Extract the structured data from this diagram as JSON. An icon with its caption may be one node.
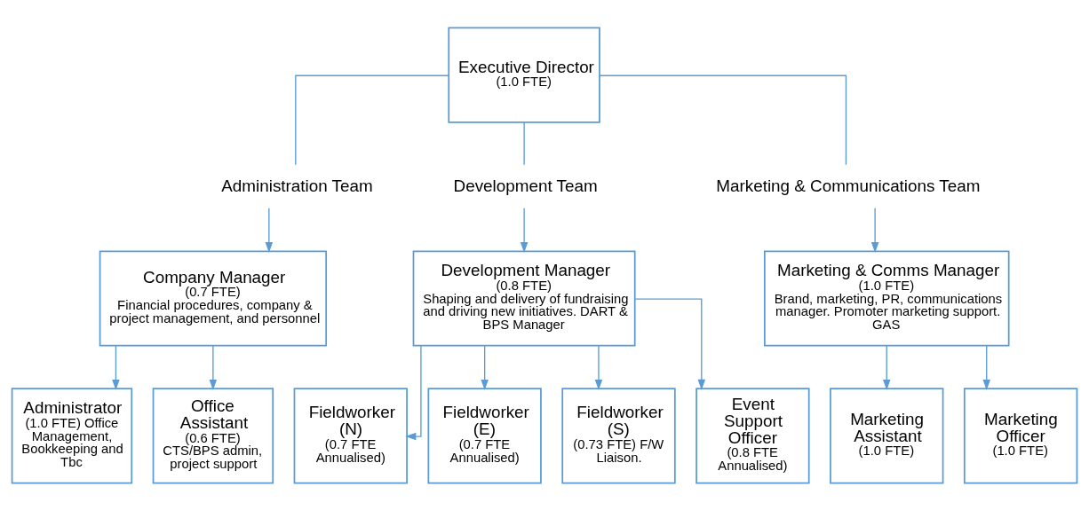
{
  "diagram": {
    "nodes": [
      {
        "text": [
          "Executive Director",
          "(1.0 FTE)"
        ]
      },
      {
        "text": [
          "Administration Team"
        ]
      },
      {
        "text": [
          "Development Team"
        ]
      },
      {
        "text": [
          "Marketing & Communications Team"
        ]
      },
      {
        "text": [
          "Company Manager",
          "(0.7 FTE)",
          "Financial procedures, company & project management, and personnel"
        ]
      },
      {
        "text": [
          "Development Manager",
          "(0.8 FTE)",
          "Shaping and delivery of fundraising and driving new initiatives. DART & BPS Manager"
        ]
      },
      {
        "text": [
          "Marketing & Comms Manager",
          "(1.0 FTE)",
          "Brand, marketing, PR, communications manager. Promoter marketing support. GAS"
        ]
      },
      {
        "text": [
          "Administrator",
          "(1.0 FTE) Office Management, Bookkeeping and Tbc"
        ]
      },
      {
        "text": [
          "Office Assistant",
          "(0.6 FTE) CTS/BPS admin, project support"
        ]
      },
      {
        "text": [
          "Fieldworker (N)",
          "(0.7 FTE Annualised)"
        ]
      },
      {
        "text": [
          "Fieldworker (E)",
          "(0.7 FTE Annualised)"
        ]
      },
      {
        "text": [
          "Fieldworker (S)",
          "(0.73 FTE) F/W Liaison."
        ]
      },
      {
        "text": [
          "Event Support Officer",
          "(0.8 FTE Annualised)"
        ]
      },
      {
        "text": [
          "Marketing Assistant",
          "(1.0 FTE)"
        ]
      },
      {
        "text": [
          "Marketing Officer",
          "(1.0 FTE)"
        ]
      }
    ],
    "edges": [
      {
        "from": 0,
        "to": 1,
        "arrow": "none"
      },
      {
        "from": 0,
        "to": 2,
        "arrow": "none"
      },
      {
        "from": 0,
        "to": 3,
        "arrow": "none"
      },
      {
        "from": 1,
        "to": 4,
        "arrow": "to"
      },
      {
        "from": 2,
        "to": 5,
        "arrow": "to"
      },
      {
        "from": 3,
        "to": 6,
        "arrow": "to"
      },
      {
        "from": 4,
        "to": 7,
        "arrow": "to"
      },
      {
        "from": 4,
        "to": 8,
        "arrow": "to"
      },
      {
        "from": 5,
        "to": 9,
        "arrow": "to"
      },
      {
        "from": 5,
        "to": 10,
        "arrow": "to"
      },
      {
        "from": 5,
        "to": 11,
        "arrow": "to"
      },
      {
        "from": 5,
        "to": 12,
        "arrow": "to"
      },
      {
        "from": 6,
        "to": 13,
        "arrow": "to"
      },
      {
        "from": 6,
        "to": 14,
        "arrow": "to"
      }
    ]
  }
}
